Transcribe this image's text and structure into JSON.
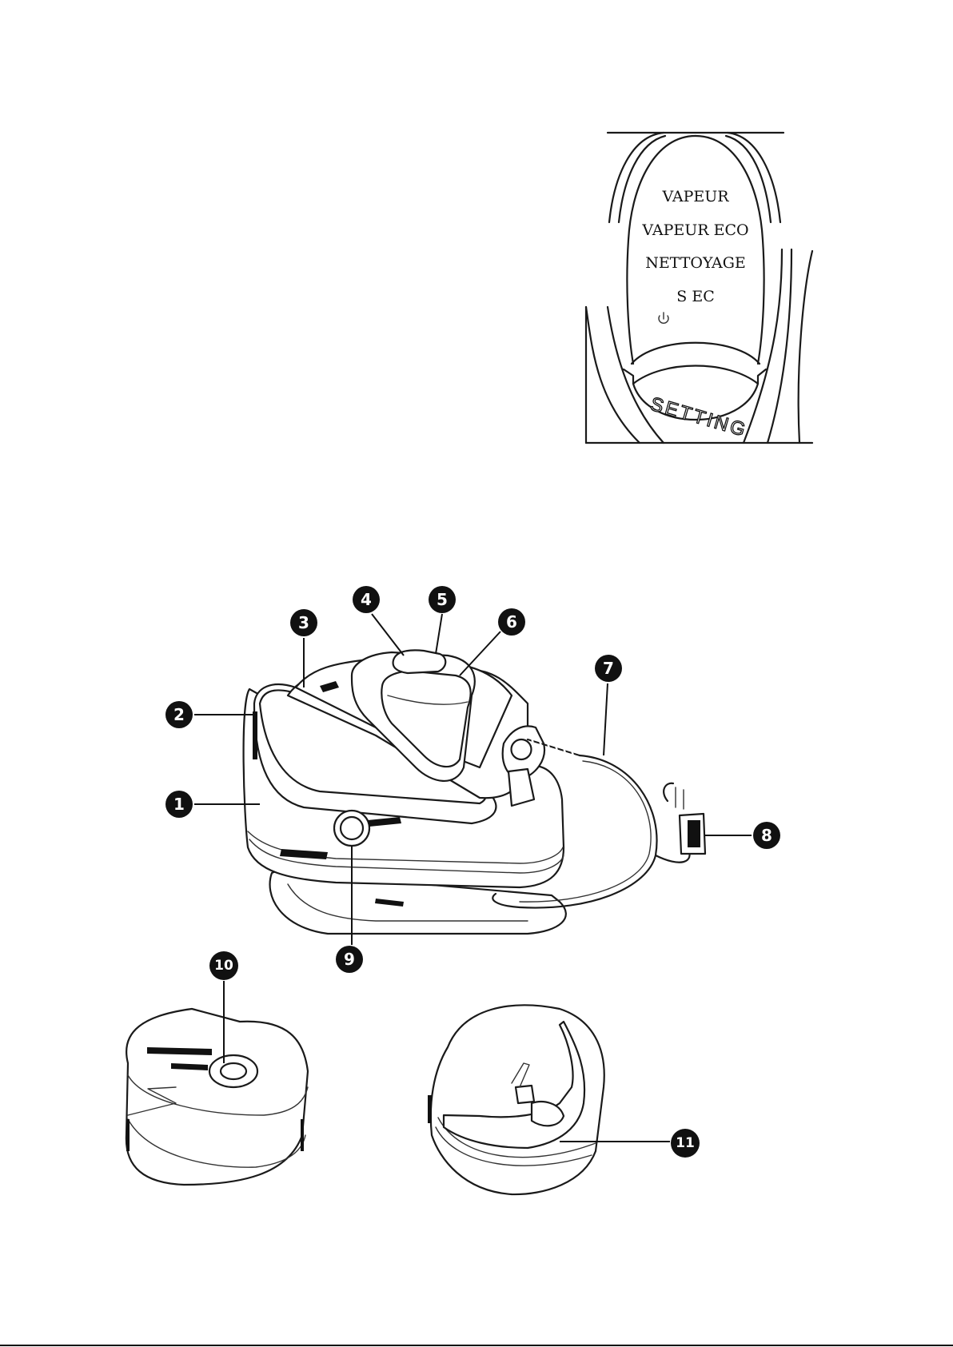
{
  "control_panel": {
    "modes": [
      "VAPEUR",
      "VAPEUR ECO",
      "NETTOYAGE",
      "S EC"
    ],
    "power_icon": "power-icon",
    "dial_label": "SETTING"
  },
  "callouts": [
    "1",
    "2",
    "3",
    "4",
    "5",
    "6",
    "7",
    "8",
    "9",
    "10",
    "11"
  ]
}
